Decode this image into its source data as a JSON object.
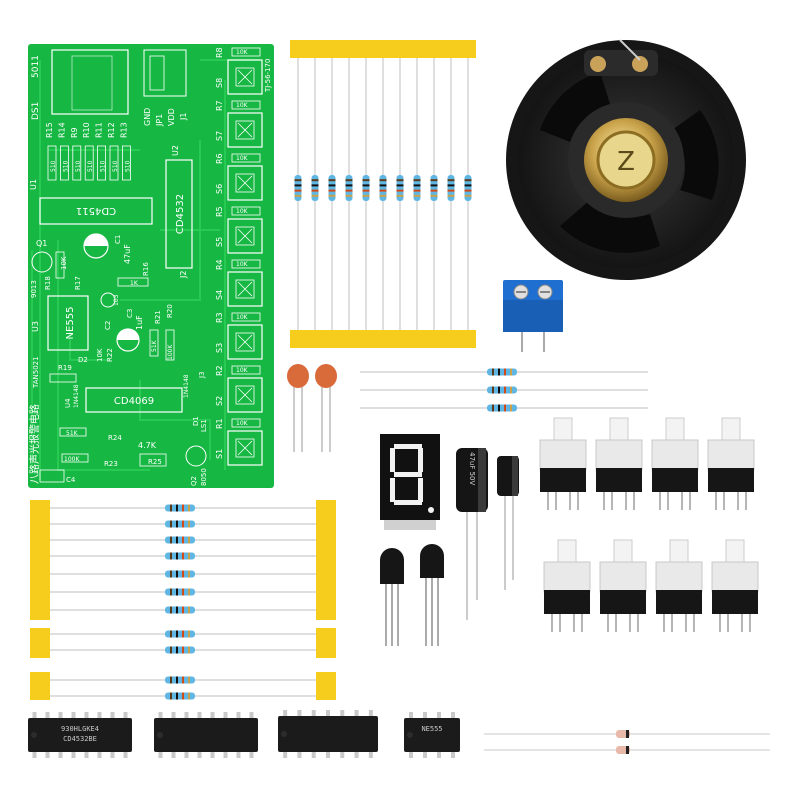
{
  "colors": {
    "pcb": "#16b843",
    "pcb_trace": "#2ed159",
    "tape": "#f6cd1d",
    "resistor_body": "#5fb6e3",
    "wire": "#bfbfbf",
    "black_plastic": "#1c1c1c",
    "terminal_blue": "#1f6fd0"
  },
  "pcb": {
    "title": "八路声光报警电路",
    "version": "TJ-56-170",
    "display_label": "DS1",
    "display_part": "5011",
    "chips": [
      "CD4511",
      "CD4532",
      "NE555",
      "CD4069"
    ],
    "ref_top": [
      "R15",
      "R14",
      "R9",
      "R10",
      "R11",
      "R12",
      "R13"
    ],
    "ref_values": [
      "510",
      "510",
      "510",
      "510",
      "510",
      "510",
      "510"
    ],
    "switches": [
      "S8",
      "S7",
      "S6",
      "S5",
      "S4",
      "S3",
      "S2",
      "S1"
    ],
    "switch_resistors": [
      "R8",
      "R7",
      "R6",
      "R5",
      "R4",
      "R3",
      "R2",
      "R1"
    ],
    "res_values_right": [
      "10K",
      "10K",
      "10K",
      "10K",
      "10K",
      "10K",
      "10K",
      "10K"
    ],
    "labels": {
      "u1": "U1",
      "u2": "U2",
      "u3": "U3",
      "u4": "U4",
      "q1": "Q1",
      "q2": "Q2",
      "c1": "C1",
      "c1_val": "47uF",
      "c2": "C2",
      "c3": "C3",
      "c3_val": "1uF",
      "c4": "C4",
      "r16": "R16",
      "r17": "R17",
      "r18": "R18",
      "r19": "R19",
      "r20": "R20",
      "r21": "R21",
      "r22": "R22",
      "r23": "R23",
      "r24": "R24",
      "r25": "R25",
      "gnd": "GND",
      "jp1": "JP1",
      "vdd": "VDD",
      "j1": "J1",
      "j2": "J2",
      "j3": "J3",
      "d1": "D1",
      "d2": "D2",
      "ls1": "LS1",
      "part_9013": "9013",
      "part_8050": "8050",
      "tan": "TAN5021",
      "diode": "1N4148",
      "diode2": "1N4148",
      "val_47k": "4.7K",
      "val_10k": "10K",
      "val_1k": "1K",
      "val_51k": "51K",
      "val_100k": "100K",
      "val_103": "103"
    }
  },
  "components": {
    "speaker": "speaker",
    "speaker_center_mark": "Z",
    "seven_segment_digit": "8",
    "cap_left_marking": "47uF 50V",
    "cap_right_marking": "",
    "ic_markings": [
      "930HLGKE4 CD4532BE",
      "",
      "",
      "NE555"
    ]
  }
}
